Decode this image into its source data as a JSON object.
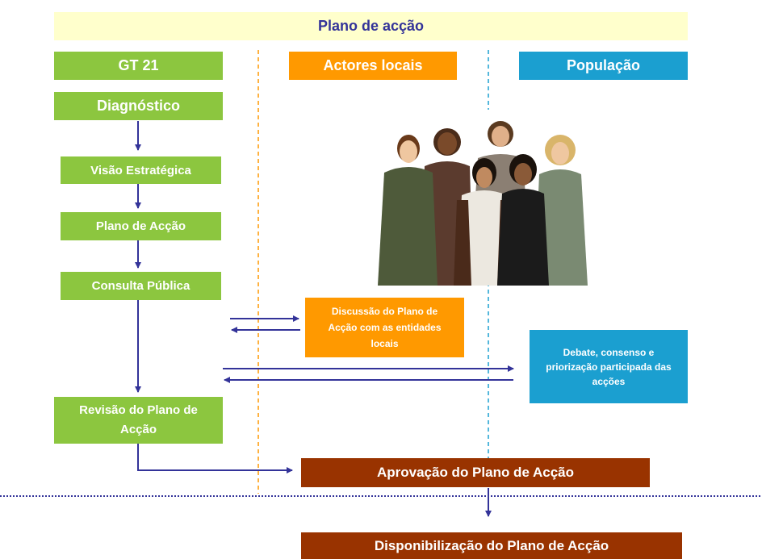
{
  "title": "Plano de acção",
  "lanes": {
    "gt21": "GT 21",
    "actores": "Actores locais",
    "populacao": "População"
  },
  "steps": {
    "diagnostico": "Diagnóstico",
    "visao": "Visão Estratégica",
    "plano": "Plano de Acção",
    "consulta": "Consulta Pública",
    "revisao": "Revisão do Plano de Acção"
  },
  "actores_box": "Discussão do Plano de Acção com as entidades locais",
  "populacao_box": "Debate, consenso e priorização participada das acções",
  "aprovacao": "Aprovação do Plano de Acção",
  "disponibilizacao": "Disponibilização do Plano de Acção",
  "photo": {
    "subject": "group of young people",
    "icon": "group-photo"
  },
  "colors": {
    "green": "#8cc63f",
    "orange": "#ff9900",
    "blue": "#1b9fd0",
    "brown": "#993300",
    "title_band": "#ffffcc",
    "arrow": "#333399"
  }
}
